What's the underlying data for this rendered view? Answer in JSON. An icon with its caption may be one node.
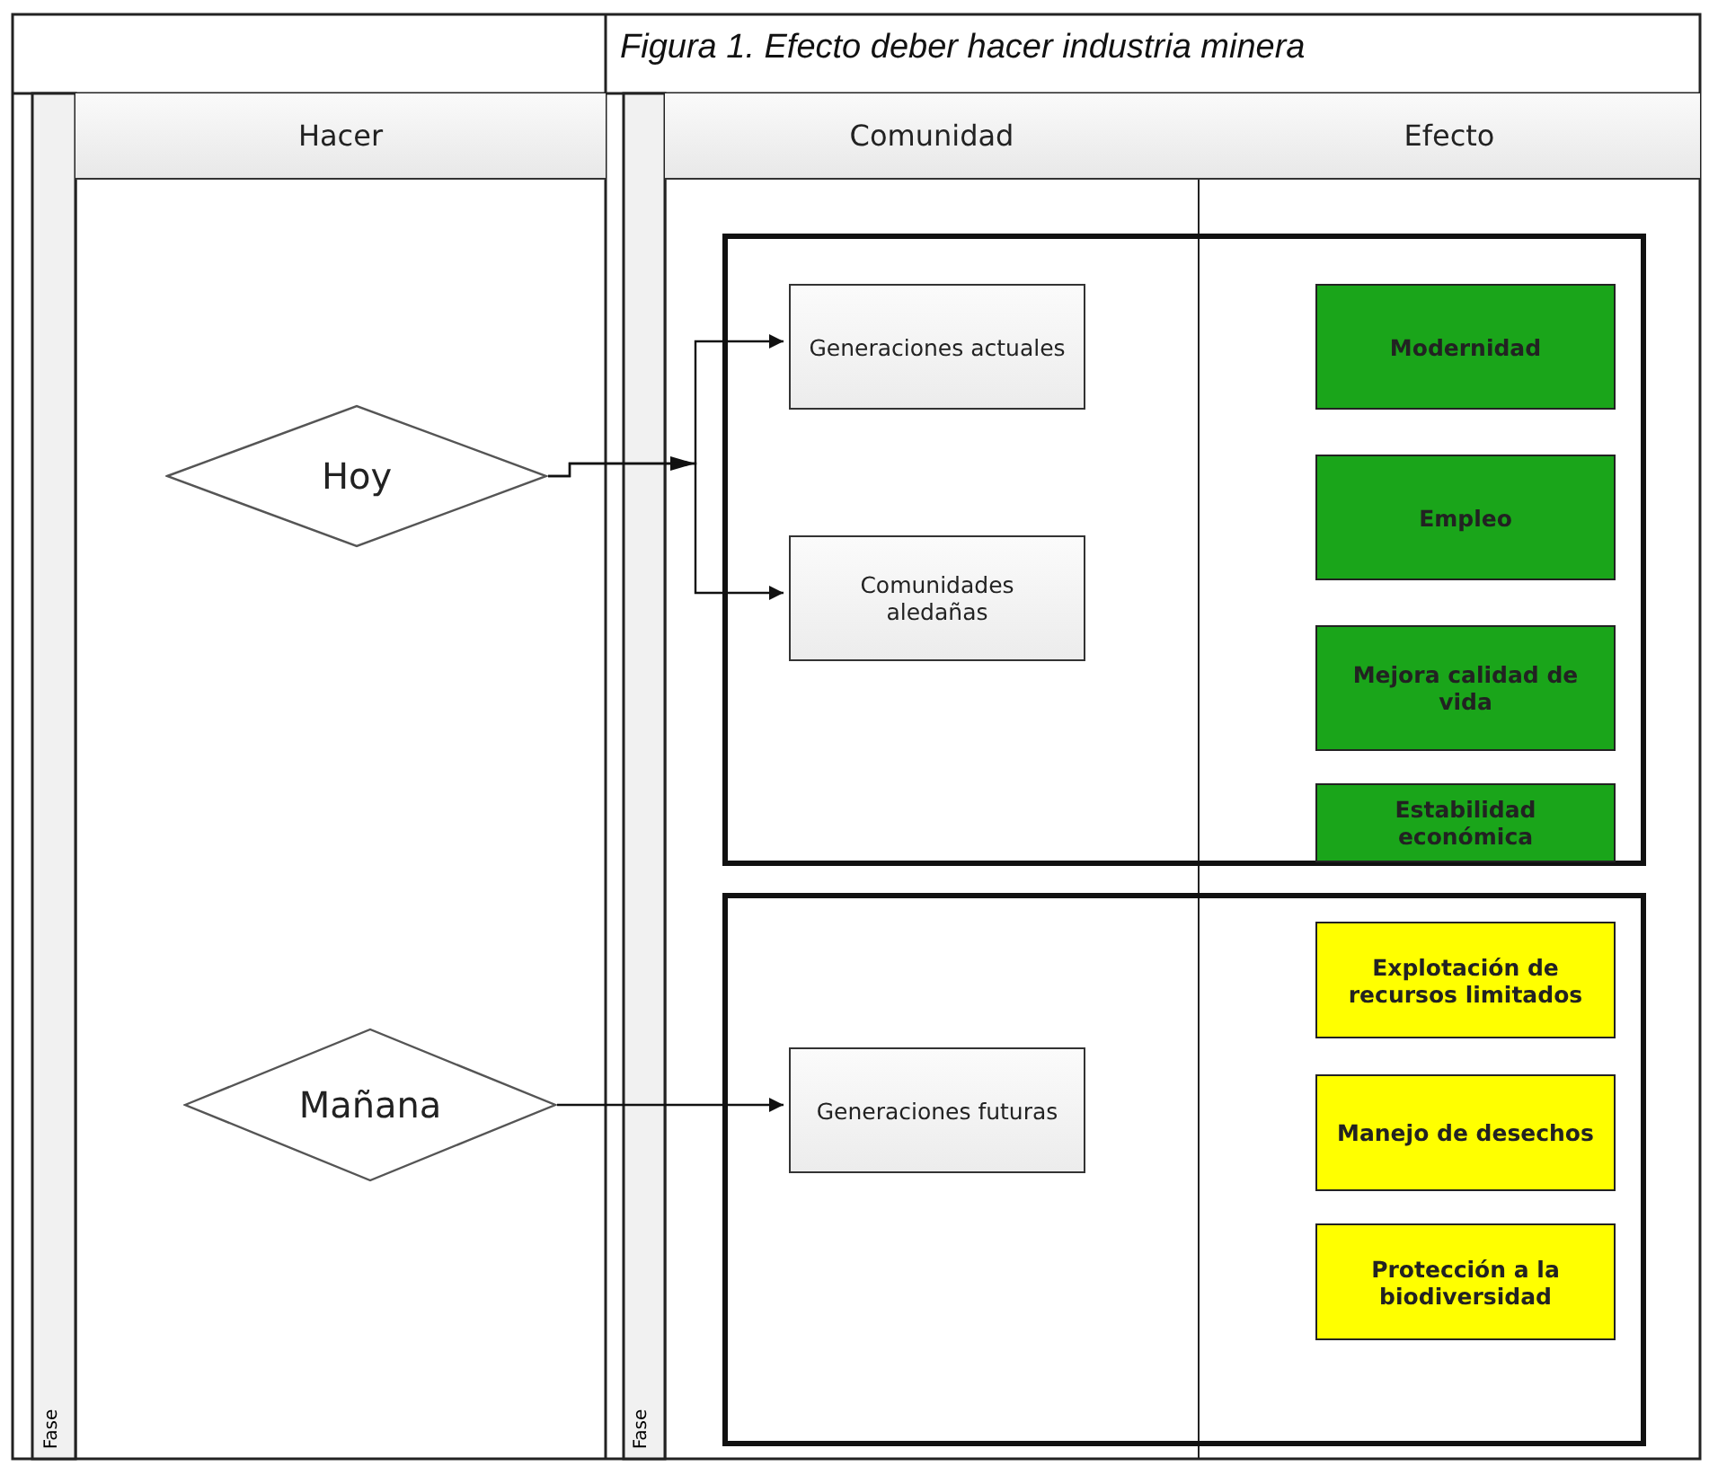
{
  "diagram": {
    "title": "Figura 1. Efecto deber hacer industria minera",
    "nodes": [
      {
        "text": [
          "Hacer"
        ]
      },
      {
        "text": [
          "Comunidad"
        ]
      },
      {
        "text": [
          "Efecto"
        ]
      },
      {
        "text": [],
        "shape": "box"
      },
      {
        "text": [
          "Hoy"
        ]
      },
      {
        "text": [
          "Generaciones actuales"
        ],
        "in": 3
      },
      {
        "text": [
          "Modernidad"
        ],
        "in": 3
      },
      {
        "text": [
          "Empleo"
        ],
        "in": 3
      },
      {
        "text": [
          "Comunidades aledañas"
        ],
        "in": 3
      },
      {
        "text": [
          "Mejora calidad de vida"
        ],
        "in": 3
      },
      {
        "text": [
          "Estabilidad económica"
        ],
        "in": 3
      },
      {
        "text": [],
        "shape": "box"
      },
      {
        "text": [
          "Explotación de recursos limitados"
        ],
        "in": 11
      },
      {
        "text": [
          "Mañana"
        ]
      },
      {
        "text": [
          "Generaciones futuras"
        ],
        "in": 11
      },
      {
        "text": [
          "Manejo de desechos"
        ],
        "in": 11
      },
      {
        "text": [
          "Protección a la biodiversidad"
        ],
        "in": 11
      }
    ],
    "edges": [
      {
        "from": 4,
        "to": 5,
        "arrow": "to"
      },
      {
        "from": 4,
        "to": 8,
        "arrow": "to"
      },
      {
        "from": 13,
        "to": 14,
        "arrow": "to"
      }
    ],
    "labels": [
      "Fase",
      "Fase"
    ]
  }
}
